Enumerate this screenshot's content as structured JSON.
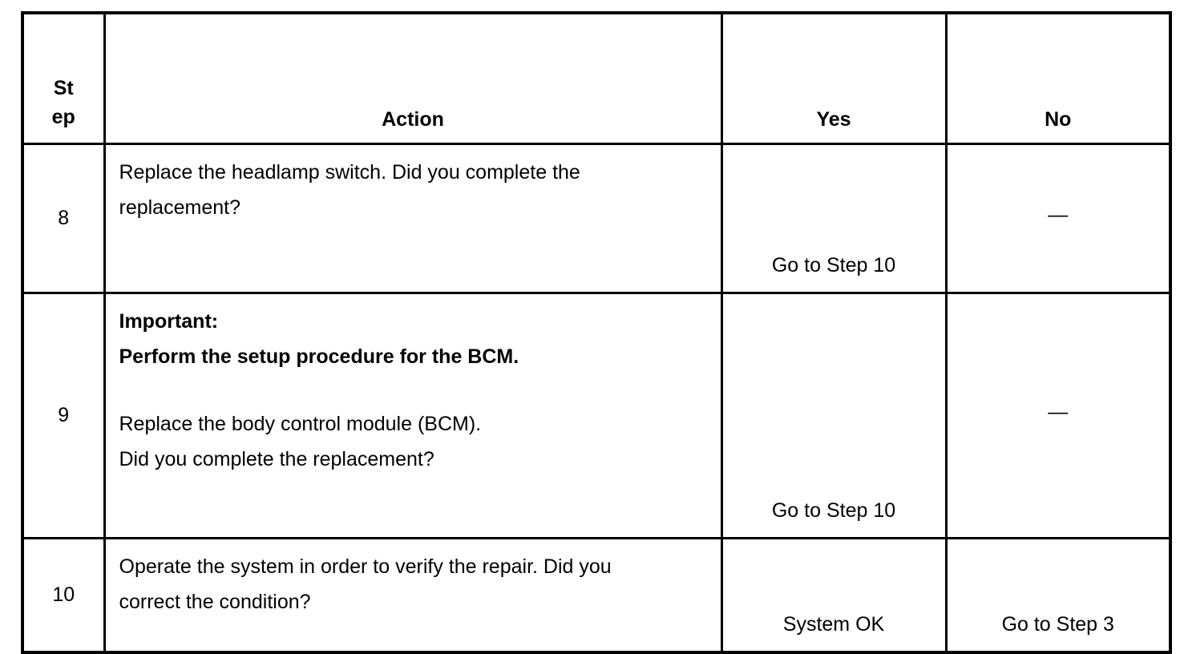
{
  "page": {
    "background_color": "#ffffff",
    "text_color": "#000000",
    "border_color": "#000000"
  },
  "table": {
    "headers": {
      "step": "St\nep",
      "action": "Action",
      "yes": "Yes",
      "no": "No"
    },
    "rows": [
      {
        "step": "8",
        "action_lines": [
          "Replace the headlamp switch. Did you complete the",
          "replacement?"
        ],
        "yes": "Go to Step 10",
        "no": "—"
      },
      {
        "step": "9",
        "action_lines": [
          "Important:",
          "Perform the setup procedure for the BCM.",
          "Replace the body control module (BCM).",
          "Did you complete the replacement?"
        ],
        "yes": "Go to Step 10",
        "no": "—"
      },
      {
        "step": "10",
        "action_lines": [
          "Operate the system in order to verify the repair. Did you",
          "correct the condition?"
        ],
        "yes": "System OK",
        "no": "Go to Step 3"
      }
    ]
  }
}
